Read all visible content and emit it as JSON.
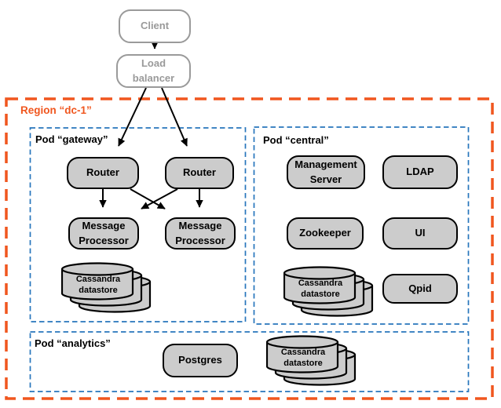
{
  "colors": {
    "region_orange": "#F0561E",
    "pod_blue": "#2776BC",
    "node_fill": "#CCCCCC",
    "node_border": "#000000",
    "external_border": "#9A9A9A",
    "external_text": "#9A9A9A",
    "arrow_black": "#000000"
  },
  "external": {
    "client": "Client",
    "load_balancer": "Load balancer"
  },
  "region": {
    "label": "Region “dc-1”"
  },
  "pods": {
    "gateway": {
      "label": "Pod “gateway”"
    },
    "central": {
      "label": "Pod “central”"
    },
    "analytics": {
      "label": "Pod “analytics”"
    }
  },
  "nodes": {
    "router_1": "Router",
    "router_2": "Router",
    "message_processor_1": "Message Processor",
    "message_processor_2": "Message Processor",
    "management_server": "Management Server",
    "ldap": "LDAP",
    "zookeeper": "Zookeeper",
    "ui": "UI",
    "qpid": "Qpid",
    "postgres": "Postgres"
  },
  "datastores": {
    "gateway": {
      "line1": "Cassandra",
      "line2": "datastore"
    },
    "central": {
      "line1": "Cassandra",
      "line2": "datastore"
    },
    "analytics": {
      "line1": "Cassandra",
      "line2": "datastore"
    }
  }
}
